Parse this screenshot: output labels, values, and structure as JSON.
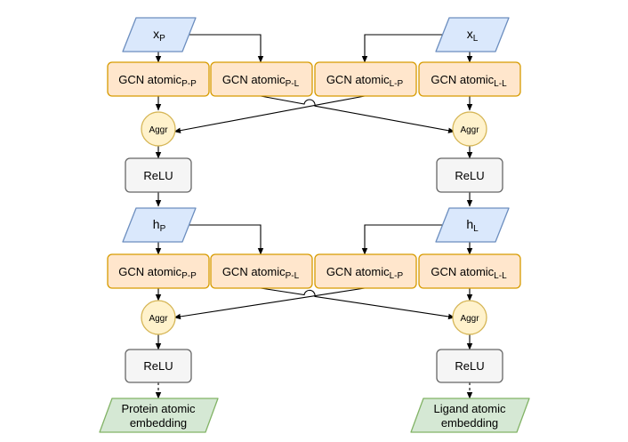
{
  "colors": {
    "input_fill": "#dae8fc",
    "input_stroke": "#6c8ebf",
    "gcn_fill": "#ffe6cc",
    "gcn_stroke": "#d79b00",
    "aggr_fill": "#fff2cc",
    "aggr_stroke": "#d6b656",
    "relu_fill": "#f5f5f5",
    "relu_stroke": "#666666",
    "output_fill": "#d5e8d4",
    "output_stroke": "#82b366",
    "edge": "#000000"
  },
  "inputs": {
    "xp": {
      "main": "x",
      "sub": "P"
    },
    "xl": {
      "main": "x",
      "sub": "L"
    }
  },
  "hidden": {
    "hp": {
      "main": "h",
      "sub": "P"
    },
    "hl": {
      "main": "h",
      "sub": "L"
    }
  },
  "gcn_main": "GCN atomic",
  "gcn": {
    "pp": "P-P",
    "pl": "P-L",
    "lp": "L-P",
    "ll": "L-L"
  },
  "aggr_label": "Aggr",
  "relu_label": "ReLU",
  "outputs": {
    "protein": {
      "line1": "Protein atomic",
      "line2": "embedding"
    },
    "ligand": {
      "line1": "Ligand atomic",
      "line2": "embedding"
    }
  }
}
